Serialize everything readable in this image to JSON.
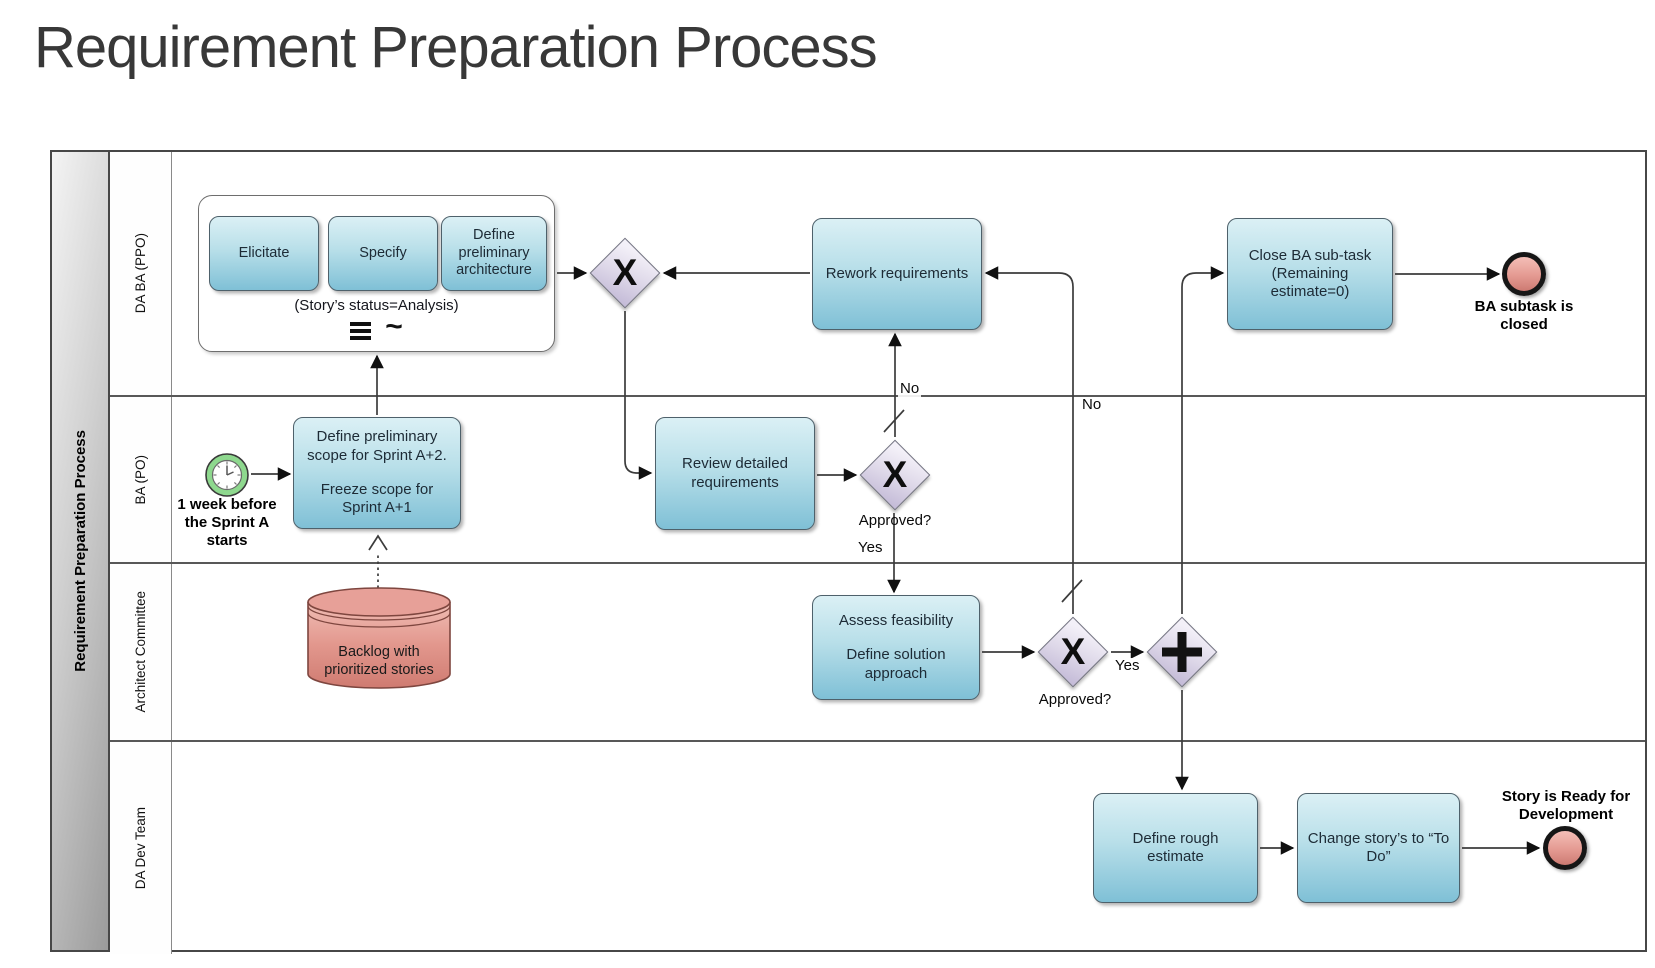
{
  "title": "Requirement Preparation Process",
  "pool": {
    "label": "Requirement Preparation Process",
    "lanes": [
      "DA BA (PPO)",
      "BA (PO)",
      "Architect Committee",
      "DA Dev Team"
    ]
  },
  "subprocess": {
    "task1": "Elicitate",
    "task2": "Specify",
    "task3": "Define preliminary architecture",
    "caption": "(Story’s status=Analysis)"
  },
  "tasks": {
    "rework": "Rework requirements",
    "close_ba": "Close BA sub-task (Remaining estimate=0)",
    "define_scope_line1": "Define preliminary scope for Sprint A+2.",
    "define_scope_line2": "Freeze scope for Sprint A+1",
    "review": "Review detailed requirements",
    "assess_line1": "Assess feasibility",
    "assess_line2": "Define solution approach",
    "define_rough": "Define rough estimate",
    "change_story": "Change story’s to “To Do”"
  },
  "events": {
    "timer_label": "1 week before the Sprint A starts",
    "end_ba_label": "BA subtask is closed",
    "end_story_label": "Story is Ready for Development"
  },
  "datastore": {
    "label": "Backlog with prioritized stories"
  },
  "gateways": {
    "exclusive_symbol": "X",
    "approved1": "Approved?",
    "approved2": "Approved?"
  },
  "edge_labels": {
    "no1": "No",
    "no2": "No",
    "yes1": "Yes",
    "yes2": "Yes"
  },
  "icons": {
    "multi_instance": "sequential-multi-instance-icon (three bars)",
    "adhoc_symbol": "~",
    "parallel_gateway": "plus-cross",
    "timer": "clock",
    "datastore": "cylinder"
  },
  "colors": {
    "task_top": "#dbf0f5",
    "task_bottom": "#7fc0d6",
    "gateway_top": "#f3f0f8",
    "gateway_bottom": "#c3bad7",
    "end_event_fill": "#e49a92",
    "timer_green": "#8ed88e",
    "datastore_fill": "#e59a91",
    "line": "#3c3c3c"
  }
}
